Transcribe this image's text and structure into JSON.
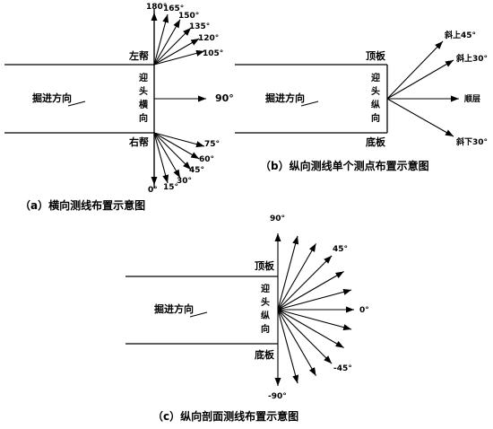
{
  "panel_a": {
    "caption": "（a）横向测线布置示意图",
    "advance_direction": "掘进方向",
    "face_label": "迎头横向",
    "left_wall": "左帮",
    "right_wall": "右帮",
    "upper_angles": [
      "180°",
      "165°",
      "150°",
      "135°",
      "120°",
      "105°"
    ],
    "middle_angle": "90°",
    "lower_angles": [
      "0°",
      "15°",
      "30°",
      "45°",
      "60°",
      "75°"
    ]
  },
  "panel_b": {
    "caption": "（b）纵向测线单个测点布置示意图",
    "advance_direction": "掘进方向",
    "face_label": "迎头纵向",
    "roof": "顶板",
    "floor": "底板",
    "directions": [
      "斜上45°",
      "斜上30°",
      "顺层",
      "斜下30°"
    ]
  },
  "panel_c": {
    "caption": "（c）纵向剖面测线布置示意图",
    "advance_direction": "掘进方向",
    "face_label": "迎头纵向",
    "roof": "顶板",
    "floor": "底板",
    "angles": [
      "90°",
      "45°",
      "0°",
      "-45°",
      "-90°"
    ]
  }
}
